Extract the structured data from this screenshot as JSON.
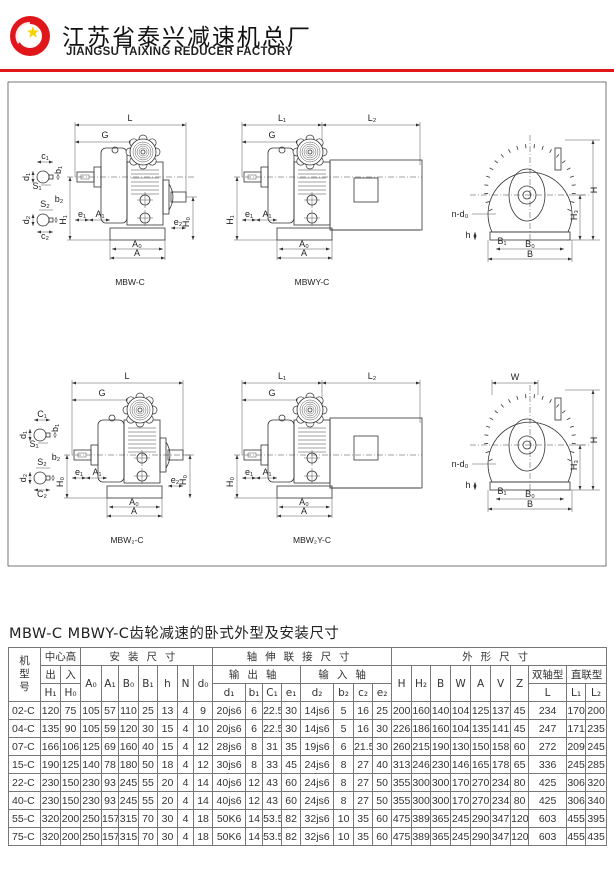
{
  "header": {
    "company_cn": "江苏省泰兴减速机总厂",
    "company_en": "JIANGSU TAIXING REDUCER FACTORY",
    "brand_color": "#e0161b"
  },
  "drawings": [
    {
      "caption": "MBW-C",
      "labels": {
        "L": "L",
        "G": "G",
        "H1": "H₁",
        "H0": "H₀",
        "e1": "e₁",
        "A1": "A₁",
        "e2": "e₂",
        "A0": "A₀",
        "A": "A",
        "c1": "c₁",
        "b1": "b₁",
        "d1": "d₁",
        "s1": "S₁",
        "s2": "S₂",
        "b2": "b₂",
        "d2": "d₂",
        "c2": "c₂"
      }
    },
    {
      "caption": "MBWY-C",
      "labels": {
        "L1": "L₁",
        "L2": "L₂",
        "G": "G",
        "H1": "H₁",
        "e1": "e₁",
        "A1": "A₁",
        "A0": "A₀",
        "A": "A"
      }
    },
    {
      "caption": "",
      "labels": {
        "H": "H",
        "H3": "H₃",
        "nd0": "n-d₀",
        "h": "h",
        "B1": "B₁",
        "B0": "B₀",
        "B": "B"
      }
    },
    {
      "caption": "MBW₂-C",
      "labels": {
        "L": "L",
        "G": "G",
        "H0": "H₀",
        "H0r": "H₀",
        "e1": "e₁",
        "A1": "A₁",
        "e2": "e₂",
        "A0": "A₀",
        "A": "A",
        "c1": "C₁",
        "b1": "b₁",
        "d1": "d₁",
        "s1": "S₁",
        "s2": "S₂",
        "b2": "b₂",
        "d2": "d₂",
        "c2": "C₂"
      }
    },
    {
      "caption": "MBW₂Y-C",
      "labels": {
        "L1": "L₁",
        "L2": "L₂",
        "G": "G",
        "H0": "H₀",
        "e1": "e₁",
        "A1": "A₁",
        "A0": "A₀",
        "A": "A"
      }
    },
    {
      "caption": "",
      "labels": {
        "W": "W",
        "H": "H",
        "H3": "H₃",
        "nd0": "n-d₀",
        "h": "h",
        "B1": "B₁",
        "B0": "B₀",
        "B": "B"
      }
    }
  ],
  "section_title": "MBW-C MBWY-C齿轮减速的卧式外型及安装尺寸",
  "table": {
    "model_header": "机型号",
    "center_height": "中心高",
    "out": "出",
    "in": "入",
    "install": "安装尺寸",
    "shaft": "轴伸联接尺寸",
    "output_shaft": "输出轴",
    "input_shaft": "输入轴",
    "outline": "外形尺寸",
    "double_shaft": "双轴型",
    "direct": "直联型",
    "cols": [
      "H₁",
      "H₀",
      "A₀",
      "A₁",
      "B₀",
      "B₁",
      "h",
      "N",
      "d₀",
      "d₁",
      "b₁",
      "C₁",
      "e₁",
      "d₂",
      "b₂",
      "c₂",
      "e₂",
      "H",
      "H₂",
      "B",
      "W",
      "A",
      "V",
      "Z",
      "L",
      "L₁",
      "L₂"
    ],
    "rows": [
      [
        "02-C",
        "120",
        "75",
        "105",
        "57",
        "110",
        "25",
        "13",
        "4",
        "9",
        "20js6",
        "6",
        "22.5",
        "30",
        "14js6",
        "5",
        "16",
        "25",
        "200",
        "160",
        "140",
        "104",
        "125",
        "137",
        "45",
        "234",
        "170",
        "200"
      ],
      [
        "04-C",
        "135",
        "90",
        "105",
        "59",
        "120",
        "30",
        "15",
        "4",
        "10",
        "20js6",
        "6",
        "22.5",
        "30",
        "14js6",
        "5",
        "16",
        "30",
        "226",
        "186",
        "160",
        "104",
        "135",
        "141",
        "45",
        "247",
        "171",
        "235"
      ],
      [
        "07-C",
        "166",
        "106",
        "125",
        "69",
        "160",
        "40",
        "15",
        "4",
        "12",
        "28js6",
        "8",
        "31",
        "35",
        "19js6",
        "6",
        "21.5",
        "30",
        "260",
        "215",
        "190",
        "130",
        "150",
        "158",
        "60",
        "272",
        "209",
        "245"
      ],
      [
        "15-C",
        "190",
        "125",
        "140",
        "78",
        "180",
        "50",
        "18",
        "4",
        "12",
        "30js6",
        "8",
        "33",
        "45",
        "24js6",
        "8",
        "27",
        "40",
        "313",
        "246",
        "230",
        "146",
        "165",
        "178",
        "65",
        "336",
        "245",
        "285"
      ],
      [
        "22-C",
        "230",
        "150",
        "230",
        "93",
        "245",
        "55",
        "20",
        "4",
        "14",
        "40js6",
        "12",
        "43",
        "60",
        "24js6",
        "8",
        "27",
        "50",
        "355",
        "300",
        "300",
        "170",
        "270",
        "234",
        "80",
        "425",
        "306",
        "320"
      ],
      [
        "40-C",
        "230",
        "150",
        "230",
        "93",
        "245",
        "55",
        "20",
        "4",
        "14",
        "40js6",
        "12",
        "43",
        "60",
        "24js6",
        "8",
        "27",
        "50",
        "355",
        "300",
        "300",
        "170",
        "270",
        "234",
        "80",
        "425",
        "306",
        "340"
      ],
      [
        "55-C",
        "320",
        "200",
        "250",
        "157",
        "315",
        "70",
        "30",
        "4",
        "18",
        "50K6",
        "14",
        "53.5",
        "82",
        "32js6",
        "10",
        "35",
        "60",
        "475",
        "389",
        "365",
        "245",
        "290",
        "347",
        "120",
        "603",
        "455",
        "395"
      ],
      [
        "75-C",
        "320",
        "200",
        "250",
        "157",
        "315",
        "70",
        "30",
        "4",
        "18",
        "50K6",
        "14",
        "53.5",
        "82",
        "32js6",
        "10",
        "35",
        "60",
        "475",
        "389",
        "365",
        "245",
        "290",
        "347",
        "120",
        "603",
        "455",
        "435"
      ]
    ]
  }
}
